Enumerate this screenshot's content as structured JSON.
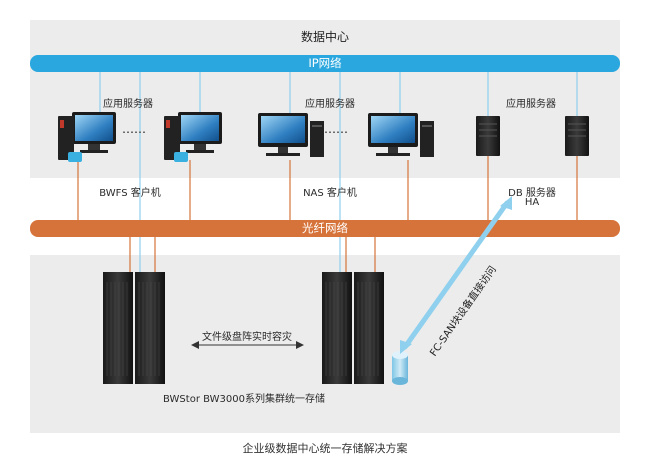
{
  "diagram": {
    "title": "数据中心",
    "ip_network_label": "IP网络",
    "fiber_network_label": "光纤网络",
    "server_labels": [
      "应用服务器",
      "应用服务器",
      "应用服务器"
    ],
    "client_labels": [
      "BWFS 客户机",
      "NAS 客户机",
      "DB 服务器"
    ],
    "db_ha_label": "HA",
    "replication_label": "文件级盘阵实时容灾",
    "fcsan_label": "FC-SAN块设备直接访问",
    "storage_label": "BWStor BW3000系列集群统一存储",
    "caption": "企业级数据中心统一存储解决方案",
    "colors": {
      "ip_bar": "#2aa7de",
      "fiber_bar": "#d6733a",
      "fiber_line": "#d6733a",
      "ip_line": "#8fd0ee",
      "zone_bg": "#ececec",
      "arrow": "#8fd0ee"
    }
  }
}
